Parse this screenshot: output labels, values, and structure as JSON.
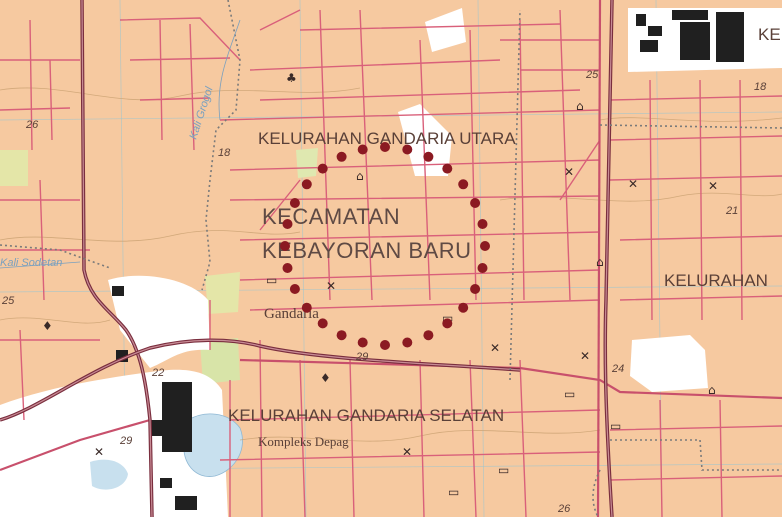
{
  "labels": {
    "kelurahan_gandaria_utara": "KELURAHAN GANDARIA UTARA",
    "kecamatan_line1": "KECAMATAN",
    "kecamatan_line2": "KEBAYORAN BARU",
    "kelurahan_gandaria_selatan": "KELURAHAN GANDARIA SELATAN",
    "kelurahan_right": "KELURAHAN",
    "kelurahan_top_right_fragment": "KE",
    "gandaria": "Gandaria",
    "kompleks_depag": "Kompleks Depag",
    "kali_grogol": "Kali Grogol",
    "kali_sodetan": "Kali Sodetan"
  },
  "elevations": [
    "26",
    "18",
    "25",
    "18",
    "21",
    "29",
    "22",
    "25",
    "24",
    "29",
    "26"
  ],
  "marker": {
    "color": "#8b1a22",
    "shape": "dotted-circle"
  },
  "colors": {
    "land": "#f6c9a0",
    "road": "#d9607a",
    "major_road": "#7a2e3e",
    "water": "#c8e0ee",
    "green": "#e4e6a8",
    "white_area": "#ffffff"
  }
}
